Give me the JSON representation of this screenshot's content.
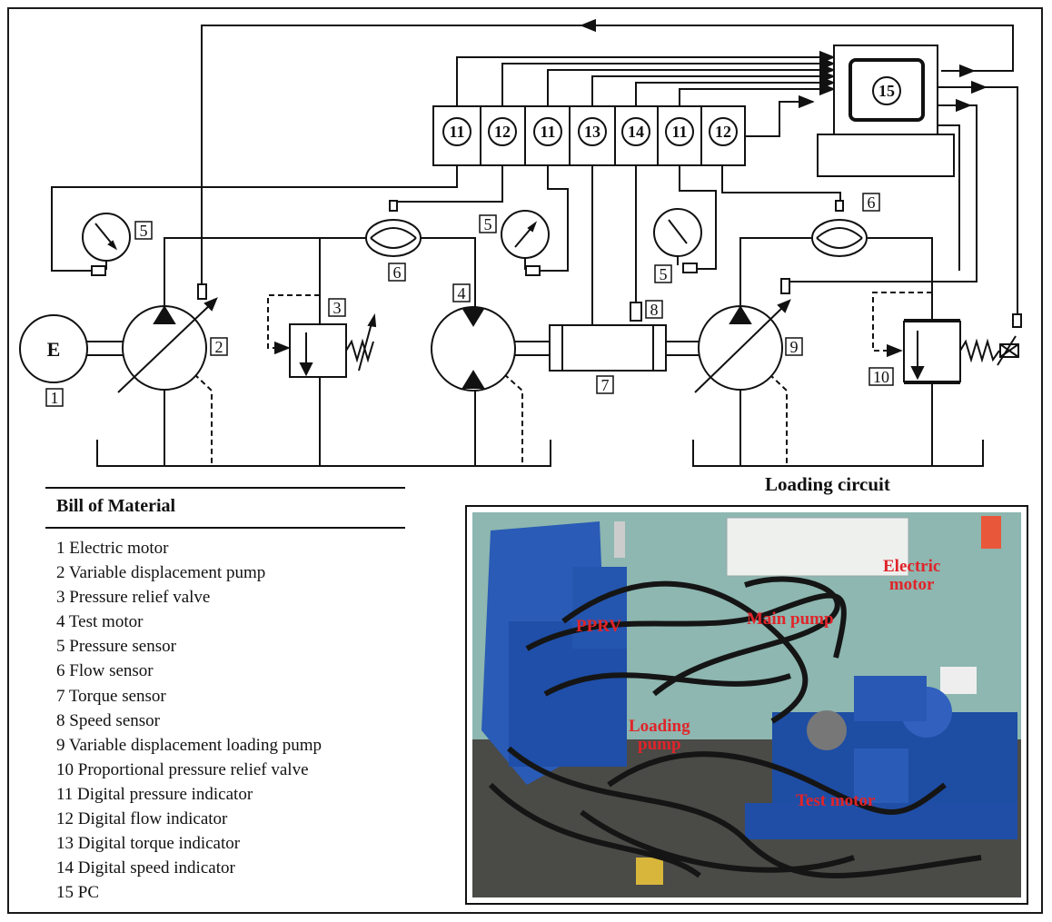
{
  "diagram": {
    "components": {
      "motor_E": "E",
      "n1": "1",
      "n2": "2",
      "n3": "3",
      "n4": "4",
      "n5a": "5",
      "n5b": "5",
      "n5c": "5",
      "n6a": "6",
      "n6b": "6",
      "n7": "7",
      "n8": "8",
      "n9": "9",
      "n10": "10"
    },
    "indicators": [
      "11",
      "12",
      "11",
      "13",
      "14",
      "11",
      "12"
    ],
    "pc_label": "15",
    "loading_circuit_label": "Loading circuit"
  },
  "bom": {
    "title": "Bill of Material",
    "items": [
      "1 Electric motor",
      "2 Variable displacement pump",
      "3 Pressure relief valve",
      "4 Test motor",
      "5 Pressure sensor",
      "6 Flow sensor",
      "7 Torque sensor",
      "8 Speed sensor",
      "9 Variable displacement loading pump",
      "10 Proportional pressure relief valve",
      "11 Digital pressure indicator",
      "12 Digital flow indicator",
      "13 Digital torque indicator",
      "14 Digital speed indicator",
      "15 PC"
    ]
  },
  "photo": {
    "labels": {
      "pprv": "PPRV",
      "main_pump": "Main pump",
      "electric_motor": "Electric\nmotor",
      "loading_pump": "Loading\npump",
      "test_motor": "Test motor"
    }
  },
  "colors": {
    "line": "#111111",
    "photo_label": "#e0242a",
    "rig_blue": "#1f4fa8"
  }
}
